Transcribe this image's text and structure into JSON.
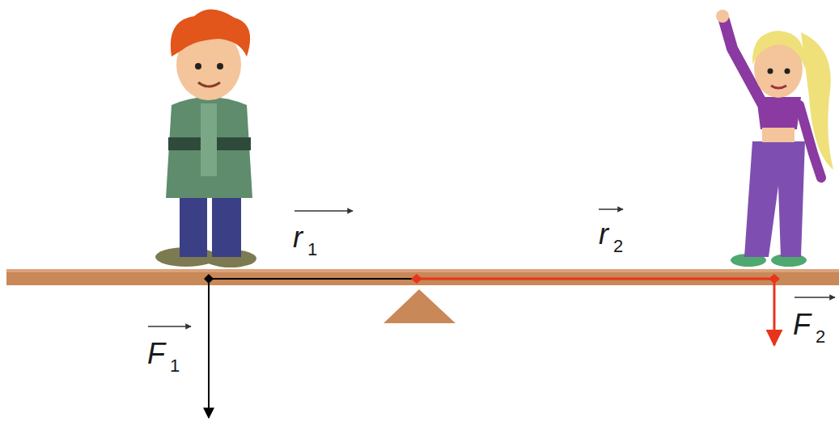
{
  "diagram": {
    "labels": [
      "r1",
      "r2",
      "F1",
      "F2"
    ]
  }
}
